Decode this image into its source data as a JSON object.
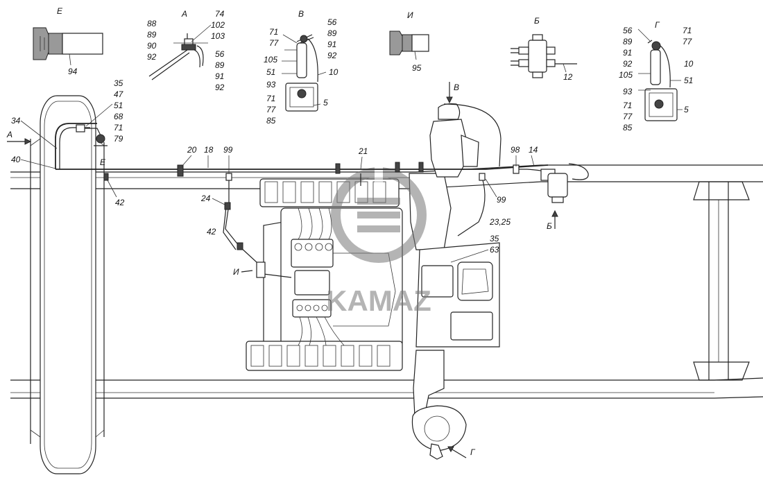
{
  "watermark": {
    "brand": "KAMAZ"
  },
  "views": {
    "E": "Е",
    "A": "А",
    "V": "В",
    "I": "И",
    "B": "Б",
    "G": "Г"
  },
  "detail_E_labels": [
    "94"
  ],
  "detail_A_labels_left": [
    "88",
    "89",
    "90",
    "92"
  ],
  "detail_A_labels_right_top": [
    "74",
    "102",
    "103"
  ],
  "detail_A_labels_right_bottom": [
    "56",
    "89",
    "91",
    "92"
  ],
  "detail_V_labels_left": [
    "71",
    "77",
    "105",
    "51",
    "93",
    "71",
    "77",
    "85"
  ],
  "detail_V_labels_right": [
    "56",
    "89",
    "91",
    "92",
    "10",
    "5"
  ],
  "detail_I_labels": [
    "95"
  ],
  "detail_B_labels": [
    "12"
  ],
  "detail_G_labels_left": [
    "56",
    "89",
    "91",
    "92",
    "105",
    "93",
    "71",
    "77",
    "85"
  ],
  "detail_G_labels_right": [
    "71",
    "77",
    "10",
    "51",
    "5"
  ],
  "callouts": {
    "c35_47": [
      "35",
      "47",
      "51",
      "68",
      "71",
      "79"
    ],
    "c34": "34",
    "c40": "40",
    "c42a": "42",
    "c20": "20",
    "c18": "18",
    "c99a": "99",
    "c21": "21",
    "c24": "24",
    "c42b": "42",
    "c98": "98",
    "c14": "14",
    "c99b": "99",
    "c23_25": "23,25",
    "c35b": "35",
    "c63": "63"
  },
  "arrows": {
    "A": "А",
    "E": "Е",
    "I": "И",
    "V": "В",
    "B": "Б",
    "G": "Г"
  }
}
